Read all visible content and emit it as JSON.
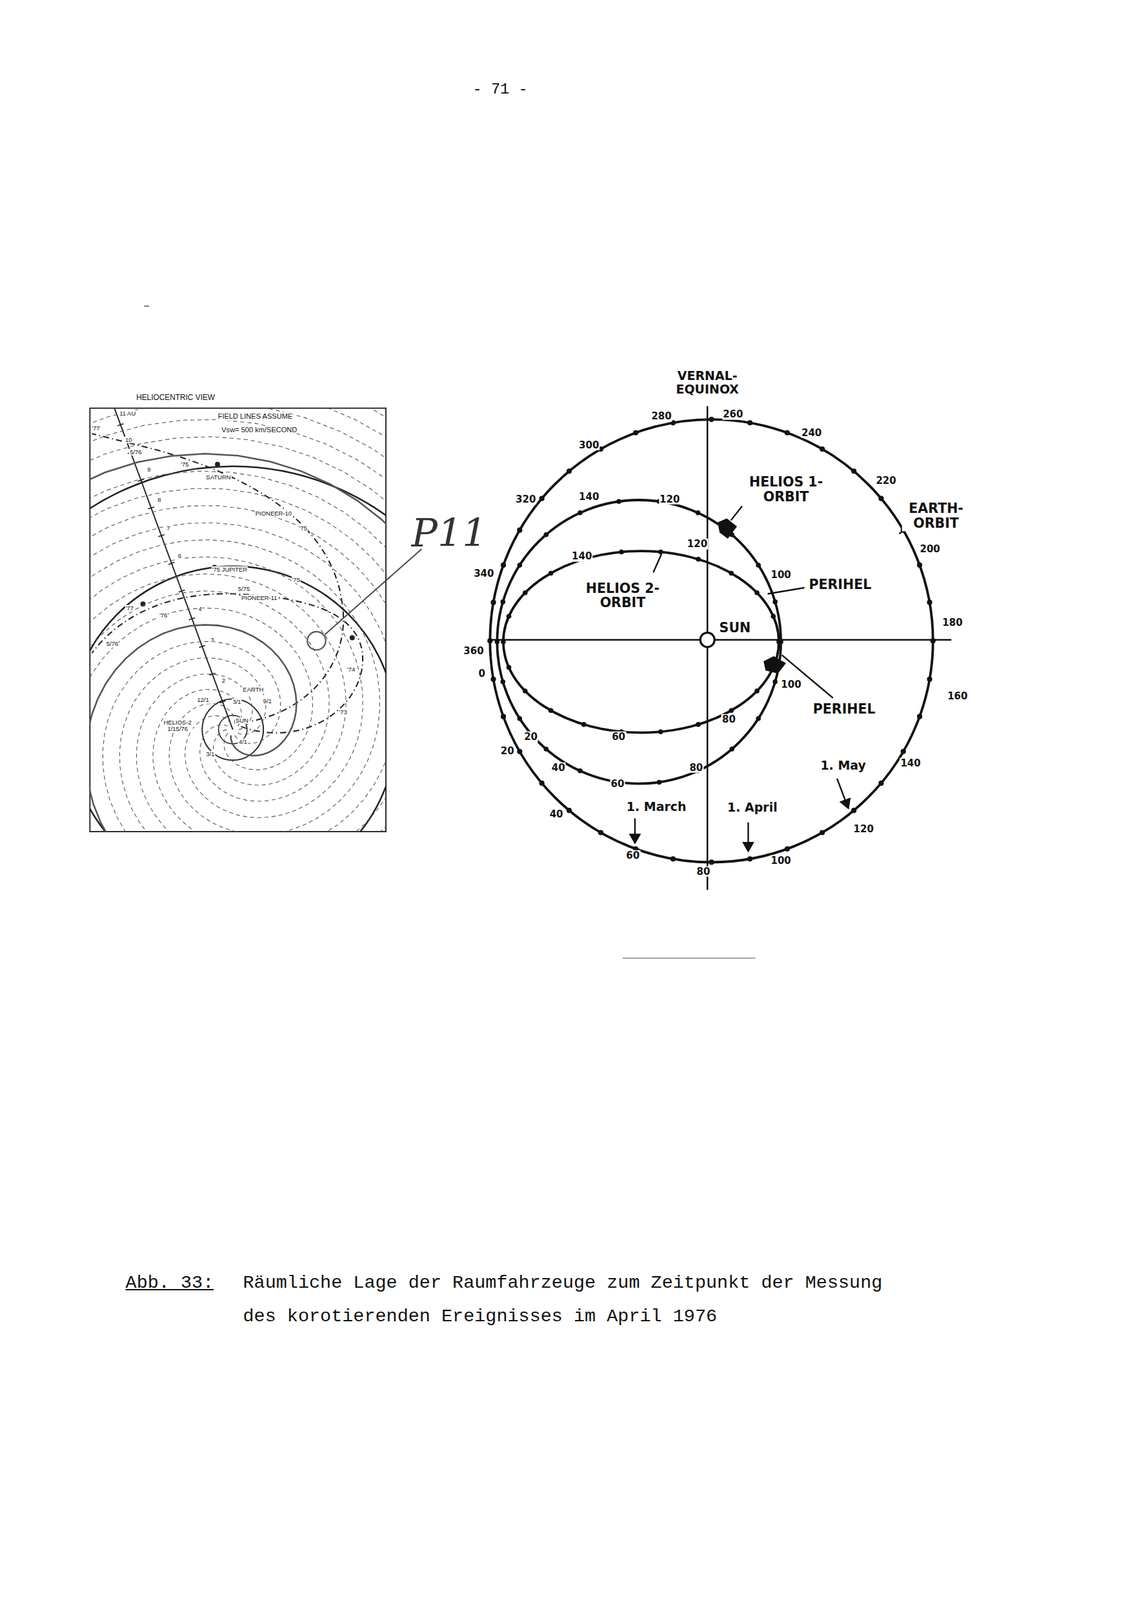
{
  "diagram": {
    "caption": "Räumliche Lage der Raumfahrzeuge zum Zeitpunkt der Messung des korotierenden Ereignisses im April 1976",
    "labels": [
      "- 71 -",
      "HELIOCENTRIC VIEW",
      "FIELD LINES ASSUME",
      "Vsw= 500 km/SECOND",
      "11 AU",
      "'77",
      "10",
      "5/76",
      "9",
      "'75",
      "SATURN",
      "8",
      "PIONEER-10",
      "'75",
      "7",
      "6",
      "'75 JUPITER",
      "5/75",
      "'75",
      "PIONEER-11",
      "'77",
      "'76",
      "4",
      "5/76",
      "3",
      "2",
      "'74",
      "'73",
      "EARTH",
      "12/1",
      "3/1",
      "9/1",
      "HELIOS-2 1/15/76",
      "SUN",
      "4/1",
      "3/1",
      "P11",
      "VERNAL- EQUINOX",
      "280",
      "260",
      "240",
      "220",
      "300",
      "320",
      "140",
      "120",
      "HELIOS 1- ORBIT",
      "EARTH- ORBIT",
      "200",
      "340",
      "140",
      "120",
      "HELIOS 2- ORBIT",
      "100",
      "PERIHEL",
      "180",
      "SUN",
      "360",
      "0",
      "100",
      "160",
      "PERIHEL",
      "80",
      "20",
      "60",
      "20",
      "40",
      "80",
      "1. May",
      "140",
      "60",
      "1. March",
      "1. April",
      "40",
      "120",
      "60",
      "100",
      "80",
      "Abb. 33:"
    ]
  }
}
